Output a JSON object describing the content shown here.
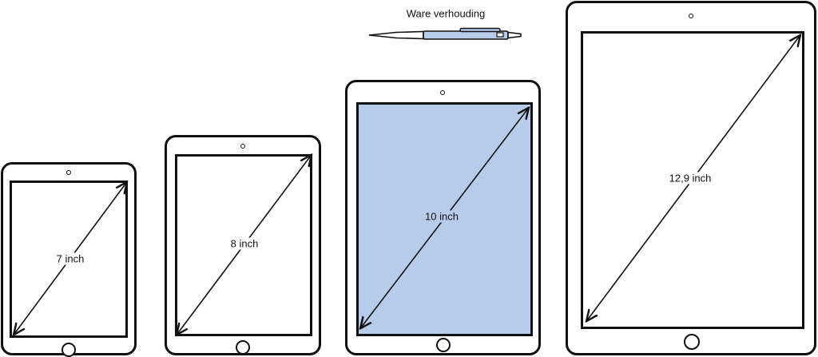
{
  "caption": "Ware verhouding",
  "accent_color": "#b7cbea",
  "highlighted_device": "10 inch",
  "devices": [
    {
      "label": "7 inch",
      "highlighted": false
    },
    {
      "label": "8 inch",
      "highlighted": false
    },
    {
      "label": "10 inch",
      "highlighted": true
    },
    {
      "label": "12,9 inch",
      "highlighted": false
    }
  ],
  "icons": [
    "pen-icon",
    "camera-icon",
    "home-button-icon",
    "diagonal-arrow-icon"
  ]
}
